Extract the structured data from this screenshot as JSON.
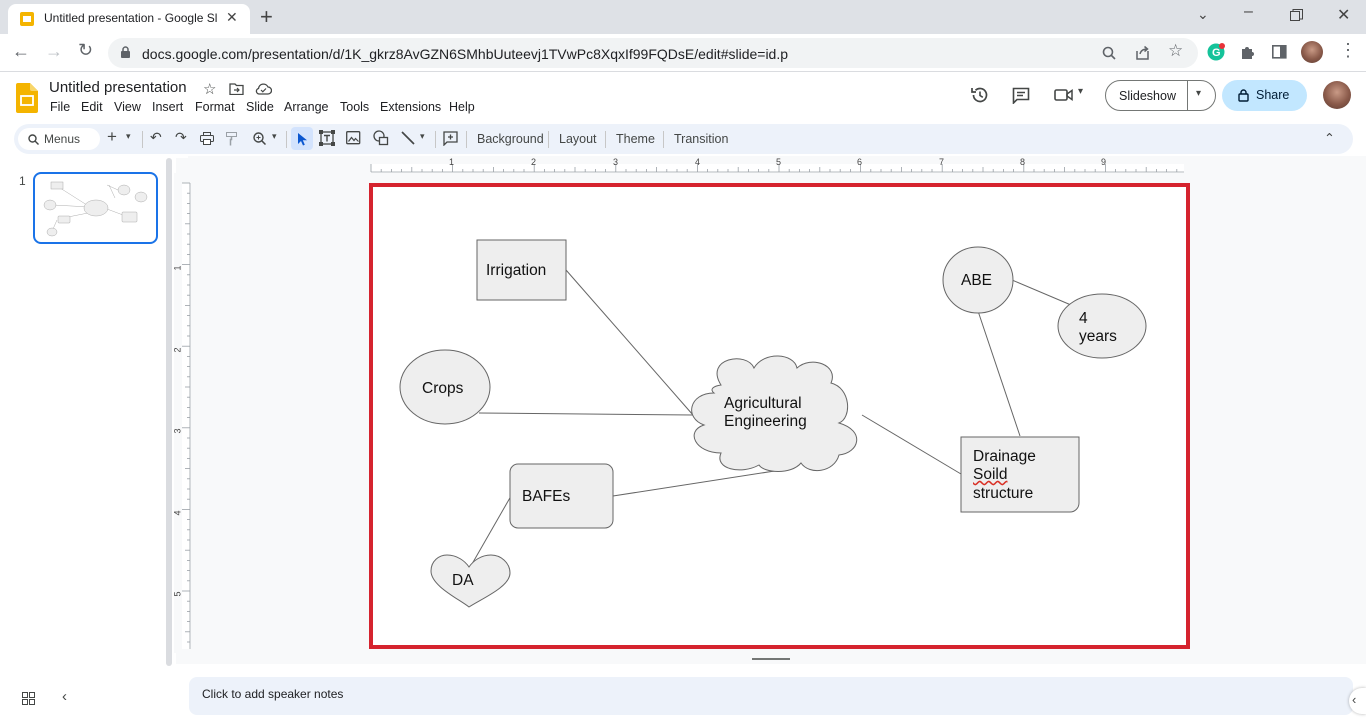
{
  "browser": {
    "tab_title": "Untitled presentation - Google Sl",
    "url": "docs.google.com/presentation/d/1K_gkrz8AvGZN6SMhbUuteevj1TVwPc8XqxIf99FQDsE/edit#slide=id.p"
  },
  "doc": {
    "title": "Untitled presentation",
    "menu": [
      "File",
      "Edit",
      "View",
      "Insert",
      "Format",
      "Slide",
      "Arrange",
      "Tools",
      "Extensions",
      "Help"
    ],
    "slideshow_label": "Slideshow",
    "share_label": "Share"
  },
  "toolbar": {
    "menus_label": "Menus",
    "background_label": "Background",
    "layout_label": "Layout",
    "theme_label": "Theme",
    "transition_label": "Transition"
  },
  "ruler": {
    "h_ticks": [
      "1",
      "2",
      "3",
      "4",
      "5",
      "6",
      "7",
      "8",
      "9"
    ],
    "v_ticks": [
      "1",
      "2",
      "3",
      "4",
      "5"
    ]
  },
  "filmstrip": {
    "slide_number": "1"
  },
  "slide": {
    "irrigation": "Irrigation",
    "crops": "Crops",
    "agri_line1": "Agricultural",
    "agri_line2": "Engineering",
    "bafes": "BAFEs",
    "da": "DA",
    "abe": "ABE",
    "years_line1": "4",
    "years_line2": "years",
    "drain_line1": "Drainage",
    "drain_line2": "Soild",
    "drain_line3": "structure"
  },
  "notes": {
    "placeholder": "Click to add speaker notes"
  },
  "colors": {
    "accent": "#1a73e8",
    "share_bg": "#c2e7ff",
    "slide_frame": "#d5232e",
    "shape_fill": "#eeeeee"
  }
}
